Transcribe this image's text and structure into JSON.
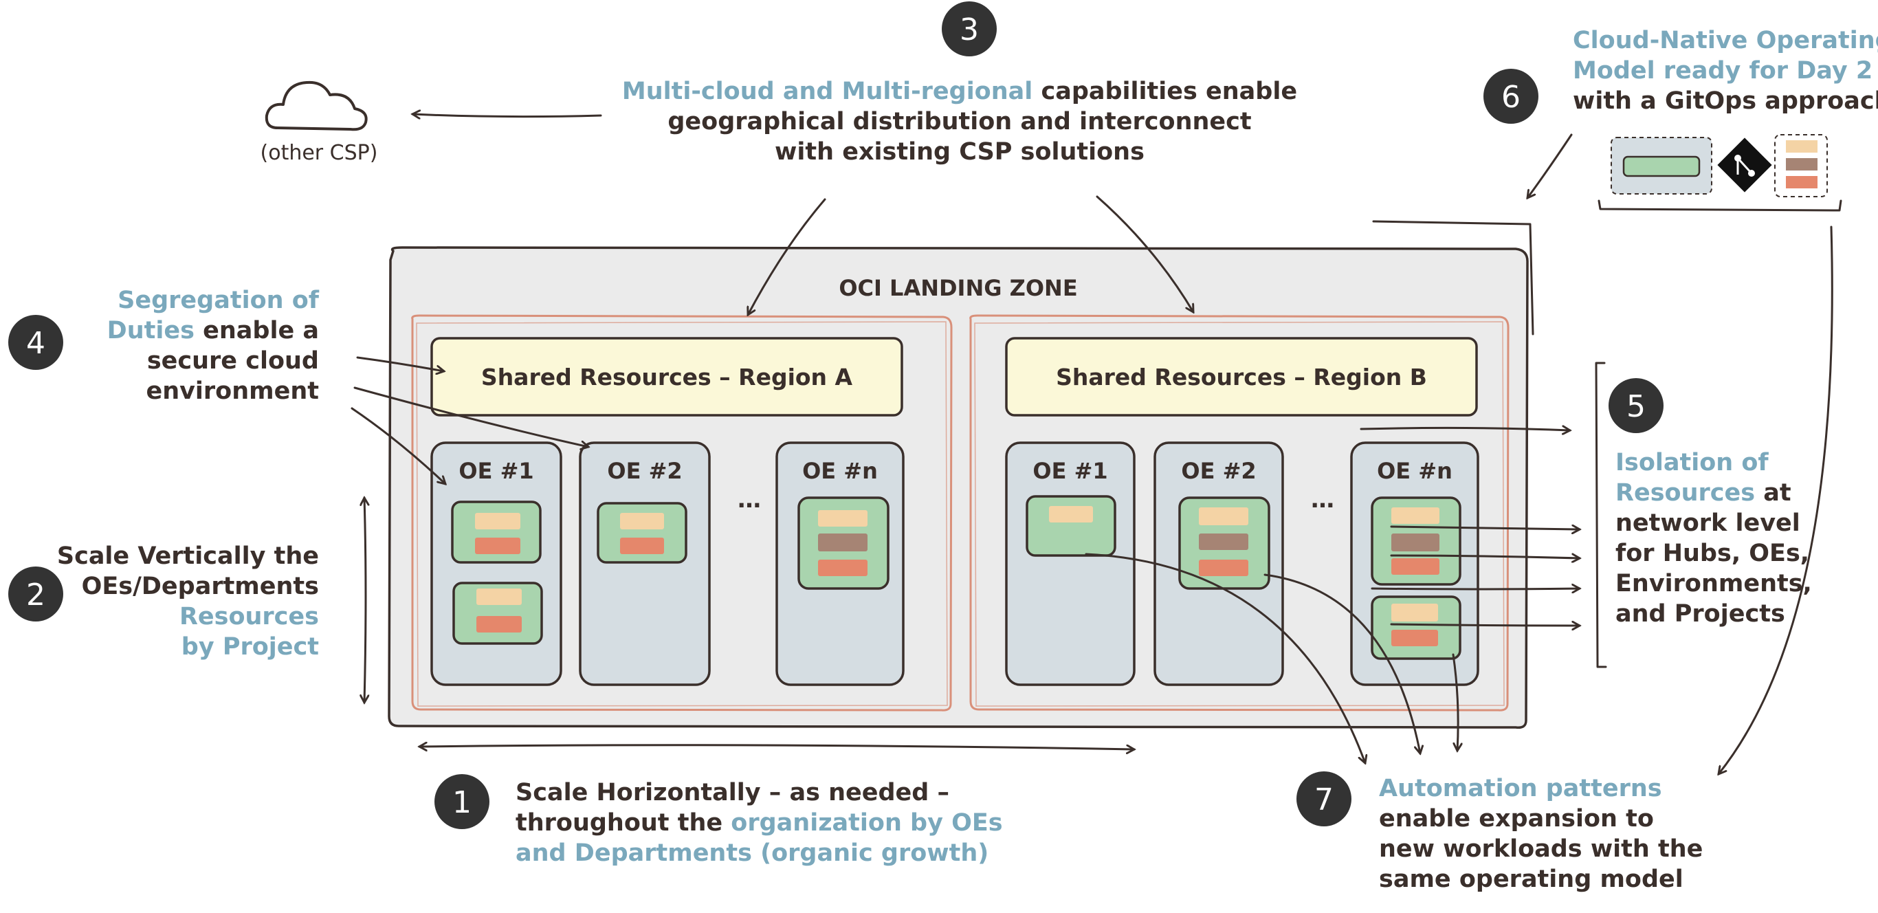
{
  "landing_zone": {
    "title": "OCI LANDING ZONE"
  },
  "regions": [
    {
      "shared_label": "Shared Resources – Region A",
      "oe_labels": [
        "OE #1",
        "OE #2",
        "OE #n"
      ],
      "ellipsis": "…"
    },
    {
      "shared_label": "Shared Resources – Region B",
      "oe_labels": [
        "OE #1",
        "OE #2",
        "OE #n"
      ],
      "ellipsis": "…"
    }
  ],
  "other_csp": {
    "icon": "cloud-icon",
    "label": "(other CSP)"
  },
  "callouts": {
    "c1": {
      "number": "1",
      "line1": "Scale Horizontally – as needed –",
      "line2_dark": "throughout the ",
      "line2_blue": "organization by OEs",
      "line3": "and Departments (organic growth)"
    },
    "c2": {
      "number": "2",
      "line1": "Scale Vertically the",
      "line2": "OEs/Departments",
      "line3": "Resources",
      "line4": "by Project"
    },
    "c3": {
      "number": "3",
      "line1_blue": "Multi-cloud and Multi-regional",
      "line1_dark": " capabilities enable",
      "line2": "geographical distribution and interconnect",
      "line3": "with existing CSP solutions"
    },
    "c4": {
      "number": "4",
      "line1": "Segregation of",
      "line2_blue": "Duties",
      "line2_dark": " enable a",
      "line3": "secure cloud",
      "line4": "environment"
    },
    "c5": {
      "number": "5",
      "line1": "Isolation of",
      "line2_blue": "Resources",
      "line2_dark": " at",
      "line3": "network level",
      "line4": "for Hubs, OEs,",
      "line5": "Environments,",
      "line6": "and Projects"
    },
    "c6": {
      "number": "6",
      "line1": "Cloud-Native Operating",
      "line2": "Model ready for Day 2",
      "line3": "with a GitOps approach",
      "git_icon": "git-icon"
    },
    "c7": {
      "number": "7",
      "line1": "Automation patterns",
      "line2": "enable expansion to",
      "line3": "new workloads with the",
      "line4": "same operating model"
    }
  },
  "colors": {
    "text_dark": "#3a2f2b",
    "text_blue": "#7aa8bc",
    "landing_zone_fill": "#ebebeb",
    "region_border": "#d9907a",
    "shared_fill": "#fbf8d8",
    "oe_fill": "#d5dde2",
    "workload_fill": "#a9d4ae",
    "bar_tan": "#f4d3a5",
    "bar_brown": "#a68474",
    "bar_orange": "#e5876b",
    "badge": "#333333"
  }
}
